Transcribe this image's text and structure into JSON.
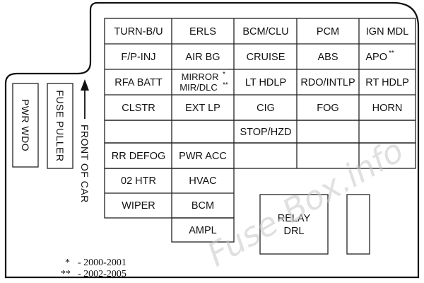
{
  "fuses": {
    "r1": [
      "TURN-B/U",
      "ERLS",
      "BCM/CLU",
      "PCM",
      "IGN MDL"
    ],
    "r2": [
      "F/P-INJ",
      "AIR BG",
      "CRUISE",
      "ABS",
      "APO"
    ],
    "r2_marks": {
      "apo": "**"
    },
    "r3": [
      "RFA BATT",
      "MIRROR",
      "MIR/DLC",
      "LT HDLP",
      "RDO/INTLP",
      "RT HDLP"
    ],
    "r3_marks": {
      "mirror": "*",
      "mirdlc": "**"
    },
    "r4": [
      "CLSTR",
      "EXT LP",
      "CIG",
      "FOG",
      "HORN"
    ],
    "r5": [
      "STOP/HZD"
    ],
    "r6": [
      "RR DEFOG",
      "PWR ACC"
    ],
    "r7": [
      "02 HTR",
      "HVAC"
    ],
    "r8": [
      "WIPER",
      "BCM"
    ],
    "r9": [
      "AMPL"
    ]
  },
  "relay": {
    "line1": "RELAY",
    "line2": "DRL"
  },
  "side": {
    "pwr_wdo": "PWR WDO",
    "fuse_puller": "FUSE PULLER",
    "front_of_car": "FRONT OF CAR"
  },
  "footnotes": [
    {
      "mark": "*",
      "text": "- 2000-2001"
    },
    {
      "mark": "**",
      "text": "- 2002-2005"
    }
  ],
  "watermark": "Fuse-Box.info"
}
